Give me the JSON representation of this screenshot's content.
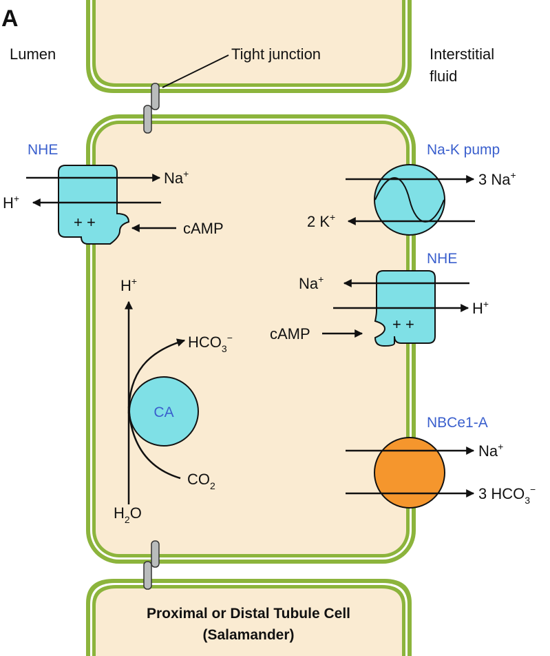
{
  "panel_label": "A",
  "regions": {
    "lumen": "Lumen",
    "interstitial_line1": "Interstitial",
    "interstitial_line2": "fluid",
    "tight_junction": "Tight junction"
  },
  "apical_nhe": {
    "title": "NHE",
    "in_ion": "Na",
    "in_sup": "+",
    "out_ion": "H",
    "out_sup": "+",
    "charge": "+ +",
    "regulator": "cAMP"
  },
  "na_k_pump": {
    "title": "Na-K pump",
    "out_ion": "3 Na",
    "out_sup": "+",
    "in_ion": "2 K",
    "in_sup": "+"
  },
  "basolateral_nhe": {
    "title": "NHE",
    "in_ion": "Na",
    "in_sup": "+",
    "out_ion": "H",
    "out_sup": "+",
    "charge": "+ +",
    "regulator": "cAMP"
  },
  "nbce1": {
    "title": "NBCe1-A",
    "ion1": "Na",
    "ion1_sup": "+",
    "ion2_a": "3 HCO",
    "ion2_sub": "3",
    "ion2_sup": "−"
  },
  "carbonic_anhydrase": {
    "label": "CA",
    "proton": "H",
    "proton_sup": "+",
    "bicarb": "HCO",
    "bicarb_sub": "3",
    "bicarb_sup": "−",
    "co2": "CO",
    "co2_sub": "2",
    "water_a": "H",
    "water_sub": "2",
    "water_b": "O"
  },
  "cell_caption_line1": "Proximal or Distal Tubule Cell",
  "cell_caption_line2": "(Salamander)",
  "colors": {
    "cytoplasm": "#faebd2",
    "membrane_outer": "#8cb43c",
    "membrane_inner": "#ffffff",
    "transporter": "#7fe0e6",
    "nbc_transporter": "#f5962d",
    "label_blue": "#3a5fcd",
    "junction": "#b9bcbc"
  }
}
